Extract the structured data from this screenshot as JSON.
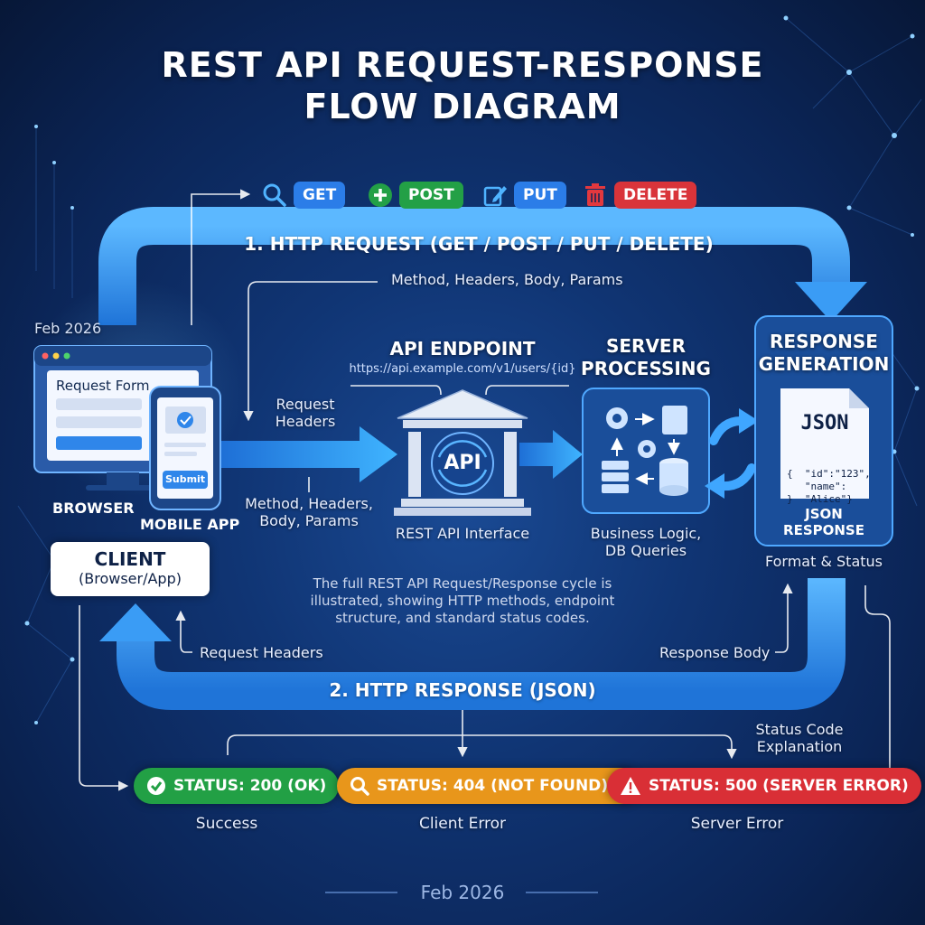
{
  "title": {
    "line1": "REST API REQUEST-RESPONSE",
    "line2": "FLOW DIAGRAM"
  },
  "methods": [
    {
      "label": "GET",
      "icon": "search-icon",
      "color": "#2b7de8"
    },
    {
      "label": "POST",
      "icon": "plus-icon",
      "color": "#23a046"
    },
    {
      "label": "PUT",
      "icon": "edit-icon",
      "color": "#2b7de8"
    },
    {
      "label": "DELETE",
      "icon": "trash-icon",
      "color": "#d9343a"
    }
  ],
  "request": {
    "band_label": "1. HTTP REQUEST (GET / POST / PUT / DELETE)",
    "method_note": "Method, Headers, Body, Params",
    "headers_label_line1": "Request",
    "headers_label_line2": "Headers",
    "body_label_line1": "Method, Headers,",
    "body_label_line2": "Body, Params"
  },
  "client": {
    "date": "Feb 2026",
    "form_title": "Request Form",
    "submit_label": "Submit",
    "browser_label": "BROWSER",
    "mobile_label": "MOBILE APP",
    "title": "CLIENT",
    "subtitle": "(Browser/App)"
  },
  "endpoint": {
    "title": "API ENDPOINT",
    "url": "https://api.example.com/v1/users/{id}",
    "icon_text": "API",
    "caption": "REST API Interface"
  },
  "server": {
    "title_line1": "SERVER",
    "title_line2": "PROCESSING",
    "caption_line1": "Business Logic,",
    "caption_line2": "DB Queries"
  },
  "response_gen": {
    "title_line1": "RESPONSE",
    "title_line2": "GENERATION",
    "doc_title": "JSON",
    "json_line1": "{  \"id\":\"123\",",
    "json_line2": "   \"name\":",
    "json_line3": "}  \"Alice\"}",
    "doc_caption_line1": "JSON",
    "doc_caption_line2": "RESPONSE",
    "caption": "Format & Status"
  },
  "description": {
    "line1": "The full REST API Request/Response cycle is",
    "line2": "illustrated, showing HTTP methods, endpoint",
    "line3": "structure, and standard status codes."
  },
  "response": {
    "band_label": "2. HTTP RESPONSE (JSON)",
    "headers_label": "Request Headers",
    "body_label": "Response Body",
    "status_note_line1": "Status Code",
    "status_note_line2": "Explanation"
  },
  "statuses": [
    {
      "label": "STATUS: 200 (OK)",
      "caption": "Success",
      "color": "#22a045",
      "icon": "check-circle-icon"
    },
    {
      "label": "STATUS: 404 (NOT FOUND)",
      "suffix": "×",
      "caption": "Client Error",
      "color": "#e8961b",
      "icon": "search-icon"
    },
    {
      "label": "STATUS: 500 (SERVER ERROR)",
      "caption": "Server Error",
      "color": "#d92f36",
      "icon": "warning-icon"
    }
  ],
  "footer": {
    "date": "Feb 2026"
  },
  "colors": {
    "band": "#2f8ff0",
    "band_light": "#4fb0ff",
    "accent": "#3aa0ff"
  }
}
